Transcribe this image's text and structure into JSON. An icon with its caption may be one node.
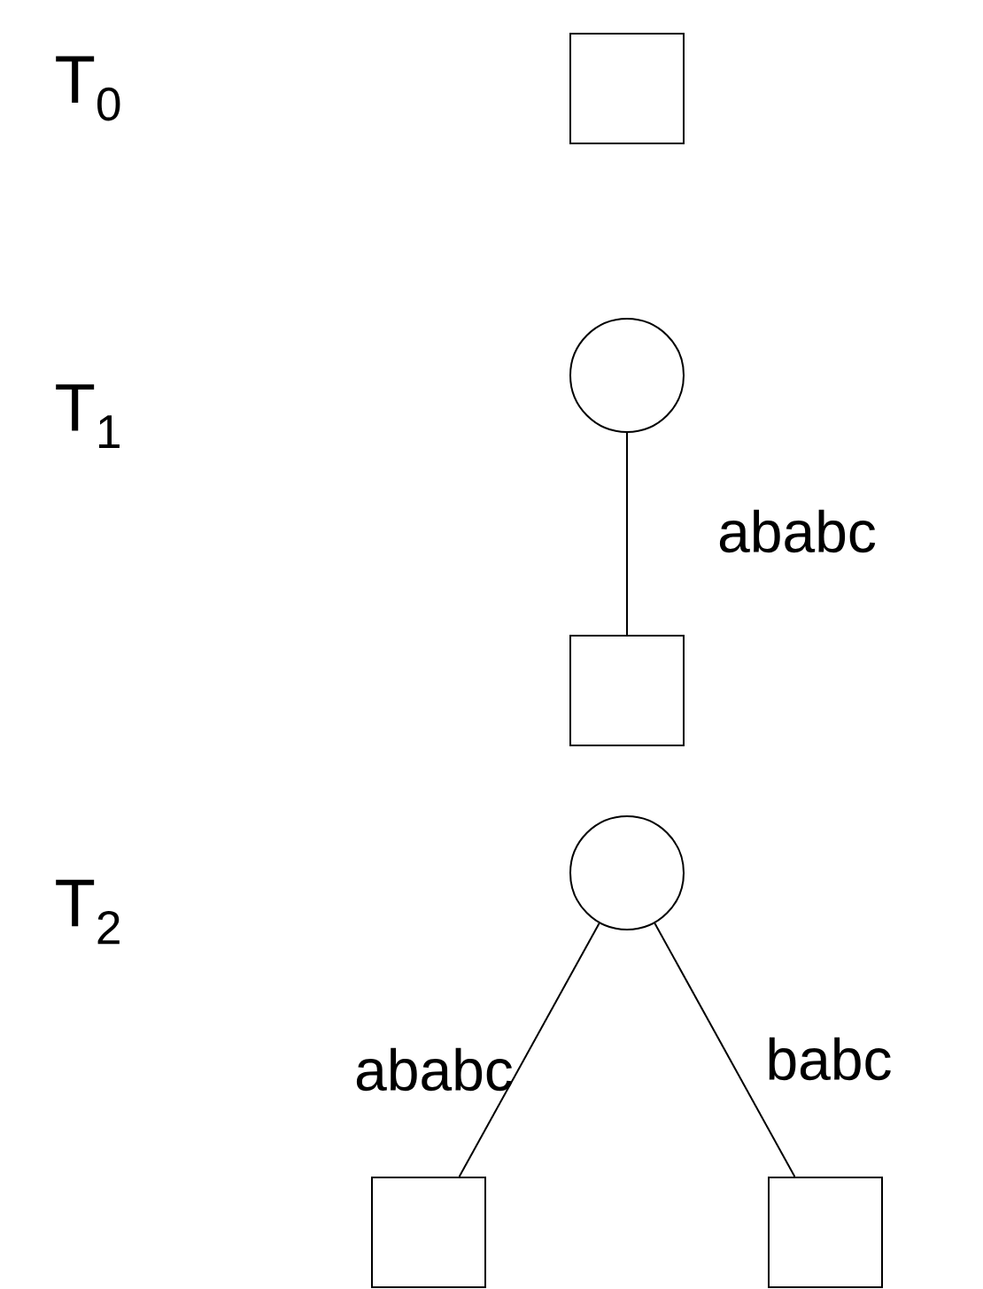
{
  "diagram": {
    "nodes": [
      {
        "text": [],
        "shape": "box"
      },
      {
        "text": [],
        "shape": "circle"
      },
      {
        "text": [],
        "shape": "box"
      },
      {
        "text": [],
        "shape": "circle"
      },
      {
        "text": [],
        "shape": "box"
      },
      {
        "text": [],
        "shape": "box"
      }
    ],
    "edges": [
      {
        "from": 1,
        "to": 2,
        "arrow": "none",
        "label": "ababc"
      },
      {
        "from": 3,
        "to": 4,
        "arrow": "none",
        "label": "ababc"
      },
      {
        "from": 3,
        "to": 5,
        "arrow": "none",
        "label": "babc"
      }
    ],
    "labels": [
      "T$_{0}$",
      "T$_{1}$",
      "T$_{2}$"
    ]
  }
}
